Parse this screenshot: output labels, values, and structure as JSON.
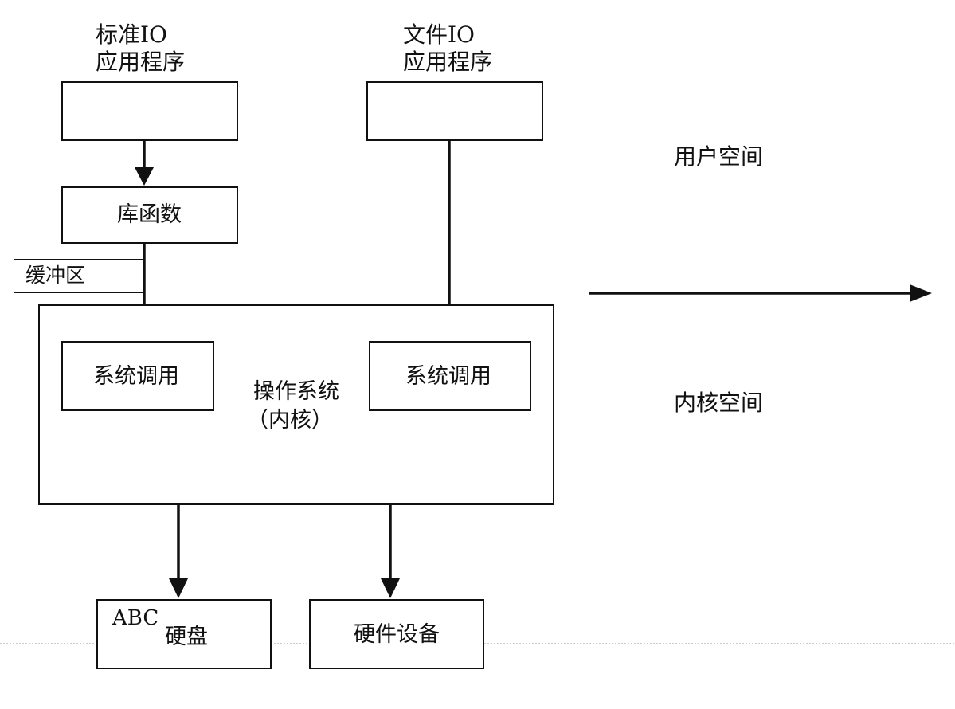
{
  "labels": {
    "std_io_line1": "标准IO",
    "std_io_line2": "应用程序",
    "file_io_line1": "文件IO",
    "file_io_line2": "应用程序",
    "user_space": "用户空间",
    "kernel_space": "内核空间"
  },
  "boxes": {
    "library_functions": "库函数",
    "buffer": "缓冲区",
    "syscall_left": "系统调用",
    "syscall_right": "系统调用",
    "os_line1": "操作系统",
    "os_line2": "（内核）",
    "disk_prefix": "ABC",
    "disk": "硬盘",
    "hardware": "硬件设备"
  }
}
